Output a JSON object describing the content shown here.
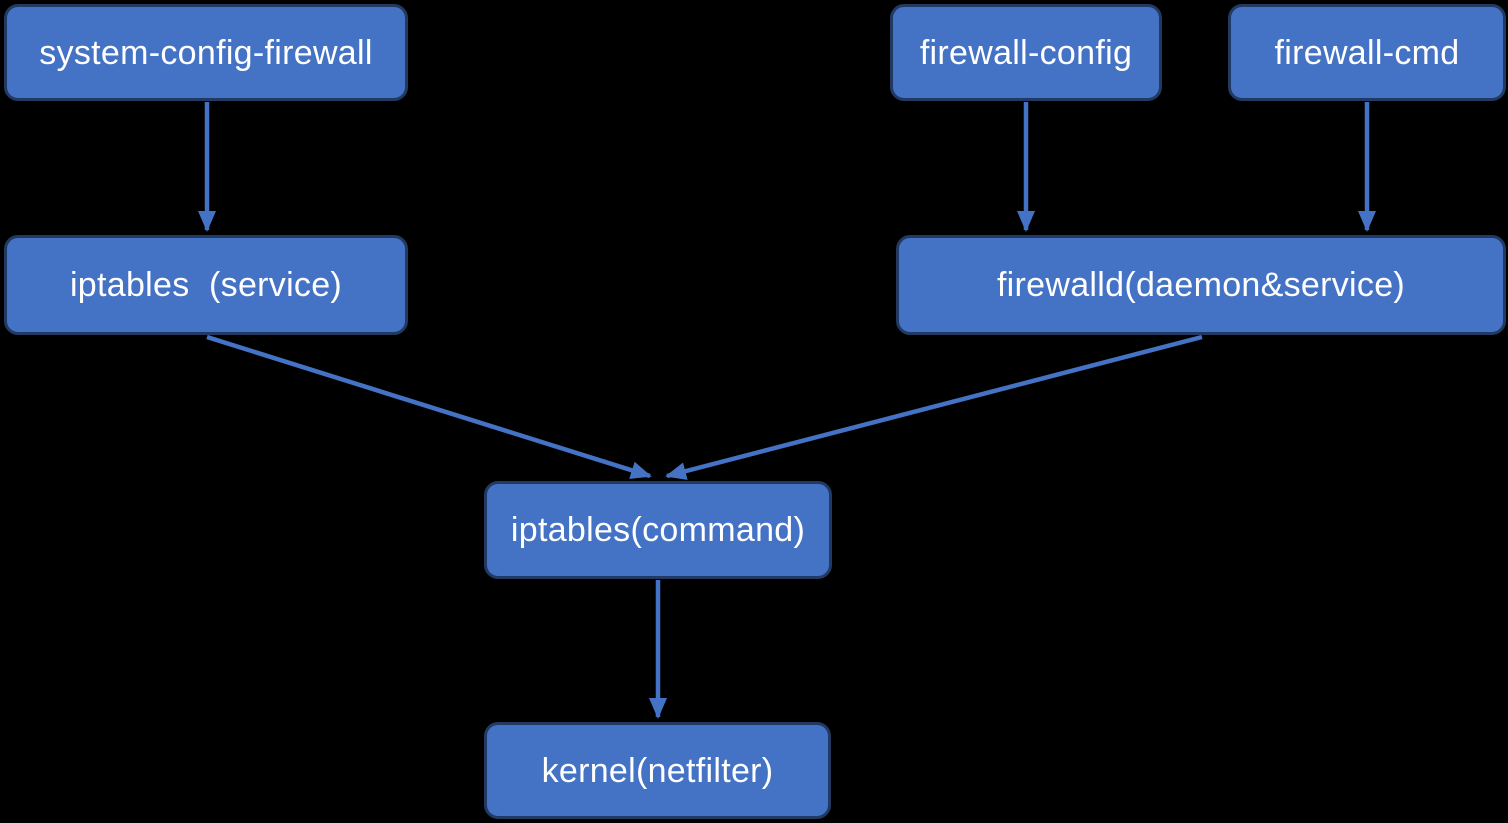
{
  "diagram": {
    "type": "flowchart",
    "colors": {
      "background": "#000000",
      "node_fill": "#4472c4",
      "node_border": "#223962",
      "node_text": "#ffffff",
      "arrow": "#4472c4"
    },
    "nodes": [
      {
        "id": "system-config-firewall",
        "label": "system-config-firewall"
      },
      {
        "id": "firewall-config",
        "label": "firewall-config"
      },
      {
        "id": "firewall-cmd",
        "label": "firewall-cmd"
      },
      {
        "id": "iptables-service",
        "label": "iptables  (service)"
      },
      {
        "id": "firewalld",
        "label": "firewalld(daemon&service)"
      },
      {
        "id": "iptables-command",
        "label": "iptables(command)"
      },
      {
        "id": "kernel-netfilter",
        "label": "kernel(netfilter)"
      }
    ],
    "edges": [
      {
        "from": "system-config-firewall",
        "to": "iptables-service"
      },
      {
        "from": "firewall-config",
        "to": "firewalld"
      },
      {
        "from": "firewall-cmd",
        "to": "firewalld"
      },
      {
        "from": "iptables-service",
        "to": "iptables-command"
      },
      {
        "from": "firewalld",
        "to": "iptables-command"
      },
      {
        "from": "iptables-command",
        "to": "kernel-netfilter"
      }
    ]
  }
}
